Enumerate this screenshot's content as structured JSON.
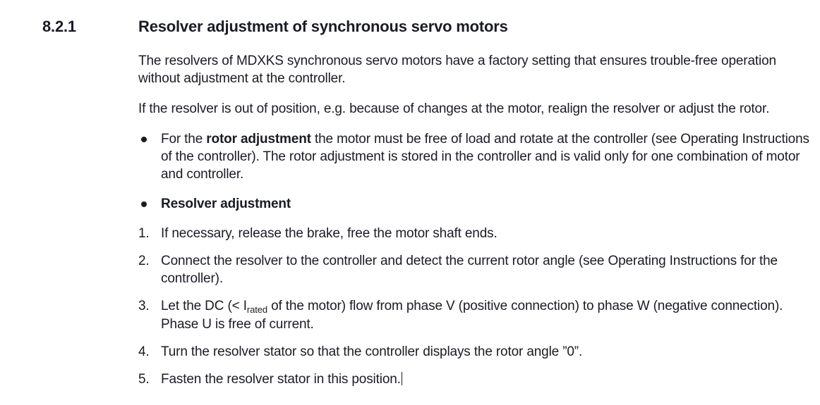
{
  "document": {
    "section_number": "8.2.1",
    "section_title": "Resolver adjustment of synchronous servo motors",
    "paragraphs": [
      "The resolvers of MDXKS synchronous servo motors have a factory setting that ensures trouble-free operation without adjustment at the controller.",
      "If the resolver is out of position, e.g. because of changes at the motor, realign the resolver or adjust the rotor."
    ],
    "bullets": [
      {
        "marker": "●",
        "lead": "For the ",
        "bold": "rotor adjustment",
        "tail": " the motor must be free of load and rotate at the controller (see Operating Instructions of the controller). The rotor adjustment is stored in the controller and is valid only for one combination of motor and controller."
      },
      {
        "marker": "●",
        "lead": "",
        "bold": "Resolver adjustment",
        "tail": ""
      }
    ],
    "steps": [
      {
        "marker": "1.",
        "text": "If necessary, release the brake, free the motor shaft ends."
      },
      {
        "marker": "2.",
        "text": "Connect the resolver to the controller and detect the current rotor angle (see Operating Instructions for the controller)."
      },
      {
        "marker": "3.",
        "lead": "Let the DC (< I",
        "subscript": "rated",
        "tail": " of the motor) flow from phase V (positive connection) to phase W (negative connection). Phase U is free of current."
      },
      {
        "marker": "4.",
        "text": "Turn the resolver stator so that the controller displays the rotor angle ”0”."
      },
      {
        "marker": "5.",
        "text": "Fasten the resolver stator in this position."
      }
    ],
    "colors": {
      "text": "#1b1b26",
      "background": "#ffffff"
    }
  }
}
